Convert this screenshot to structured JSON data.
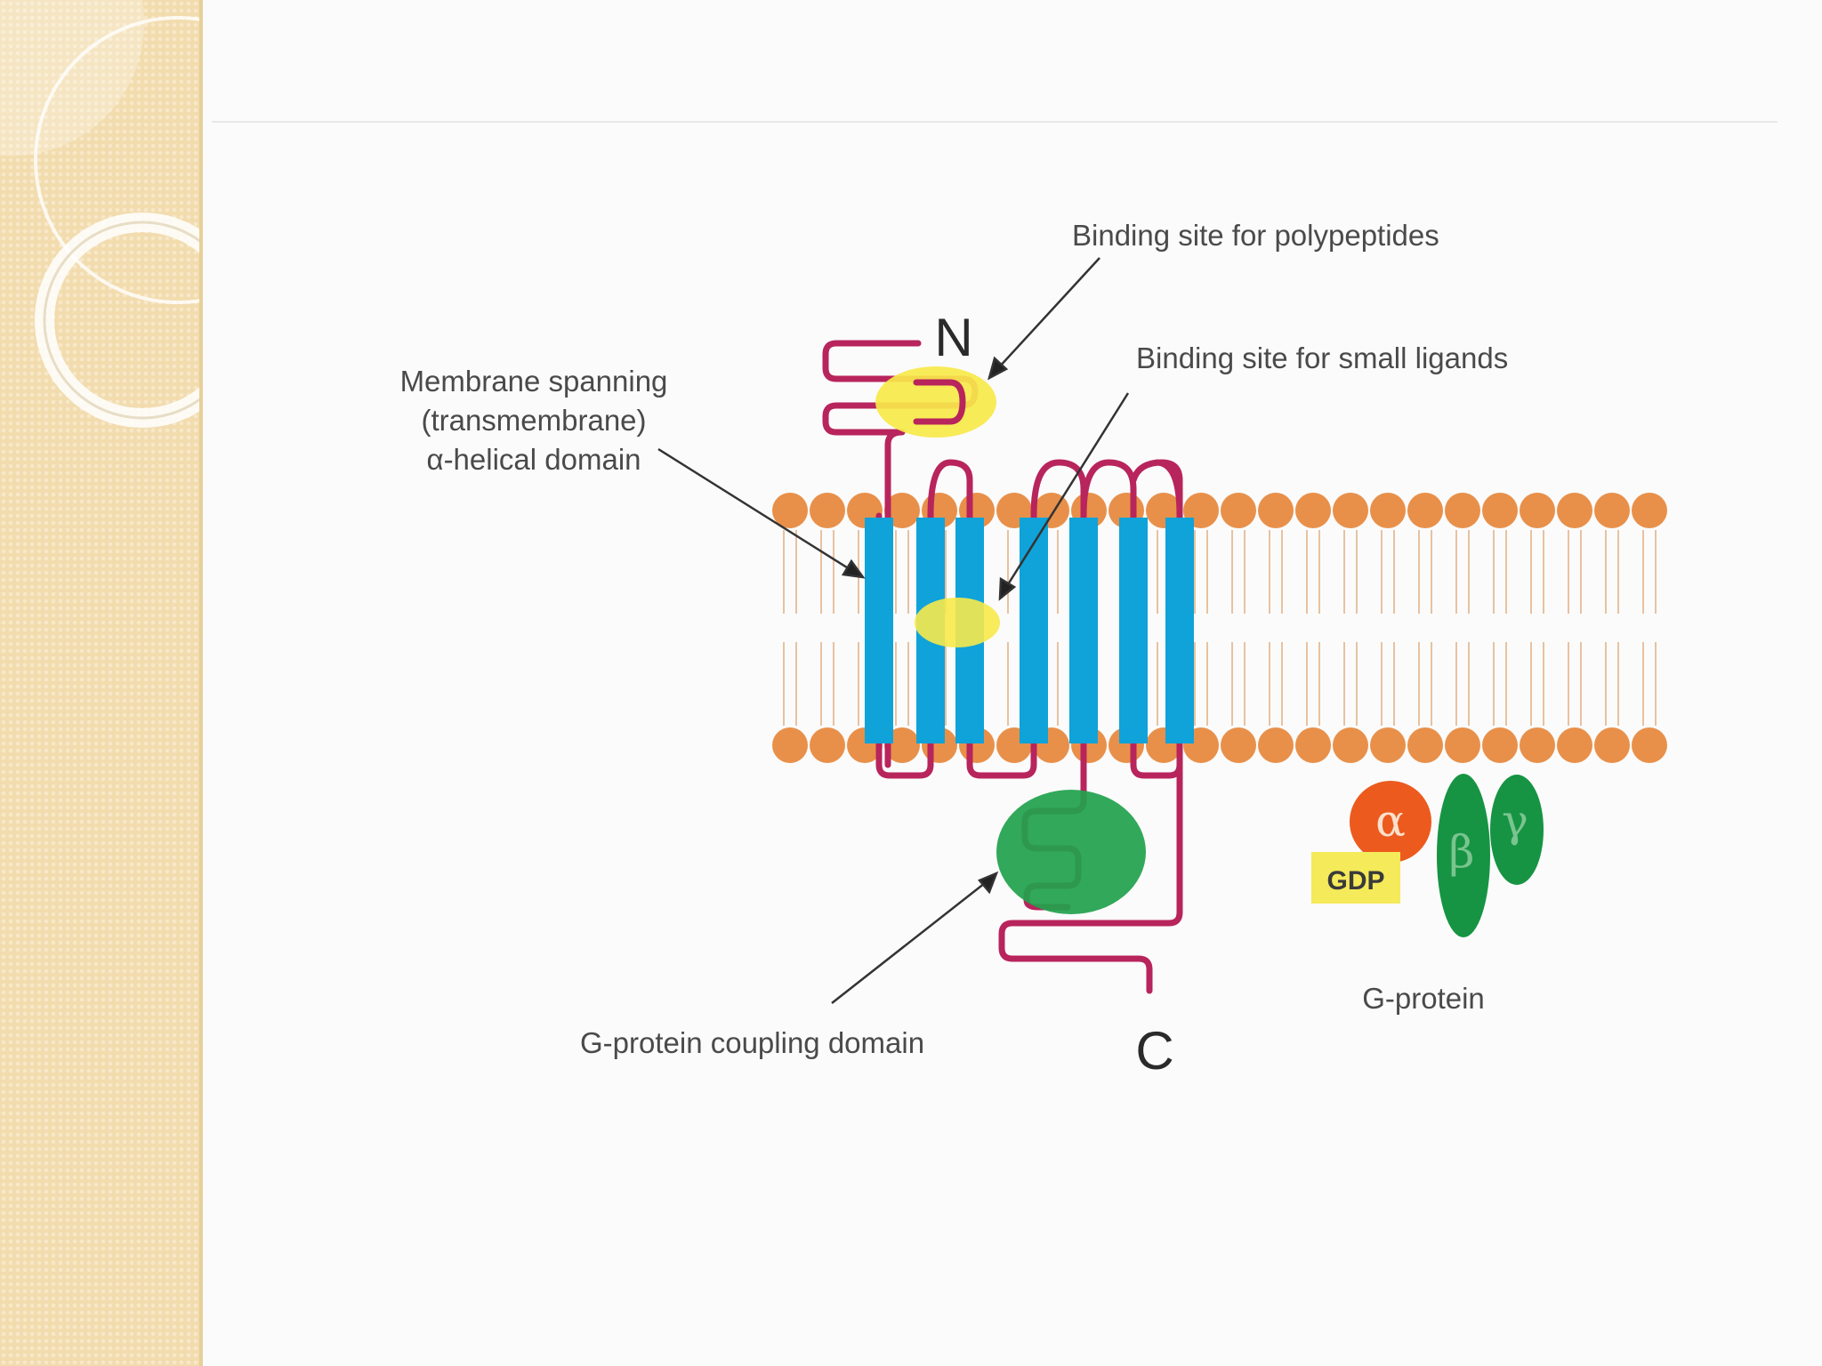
{
  "slide": {
    "accent_color": "#f2dcae",
    "decoration_icon": "ring-ornament-icon"
  },
  "diagram": {
    "labels": {
      "binding_polypeptides": "Binding site for polypeptides",
      "binding_small_ligands": "Binding site for small ligands",
      "membrane_domain": [
        "Membrane spanning",
        "(transmembrane)",
        "α-helical domain"
      ],
      "coupling_domain": "G-protein coupling domain",
      "n_terminus": "N",
      "c_terminus": "C",
      "g_protein": "G-protein"
    },
    "g_protein_subunits": {
      "alpha": "α",
      "beta": "β",
      "gamma": "γ",
      "gdp": "GDP"
    },
    "colors": {
      "helix": "#0fa3d9",
      "chain": "#b8245c",
      "lipid_head": "#e8904a",
      "ligand": "#f7e94a",
      "coupling_domain": "#22a14e",
      "alpha_subunit": "#ec5a1e",
      "beta_gamma": "#169443",
      "gdp_box": "#f4ea5a"
    }
  }
}
